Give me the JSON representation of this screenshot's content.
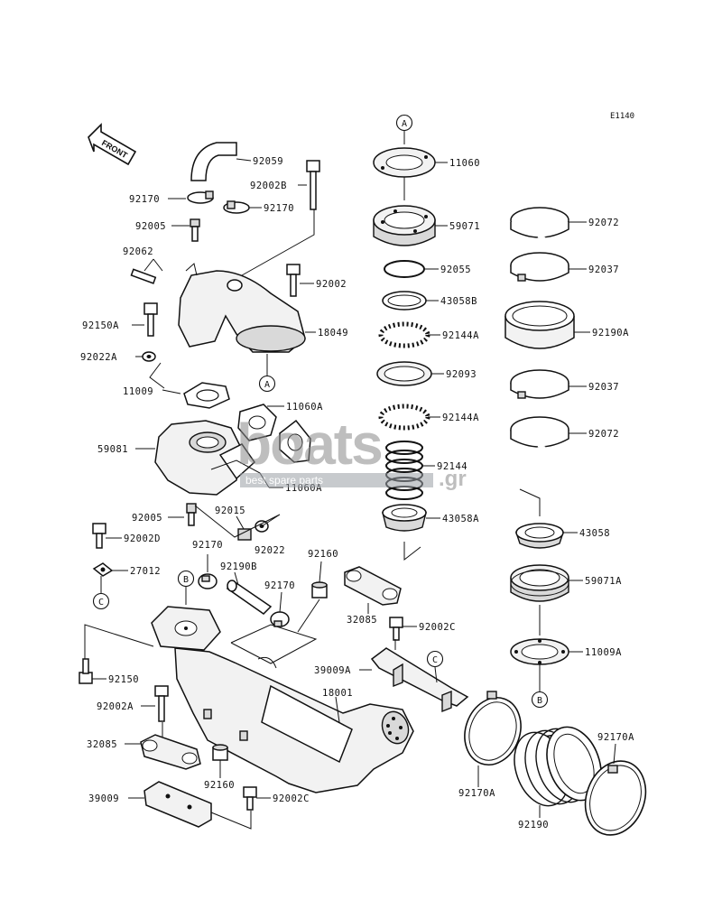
{
  "diagram_code": "E1140",
  "front_arrow_label": "FRONT",
  "watermark": {
    "brand": "boats",
    "domain": ".gr",
    "tagline": "best spare parts"
  },
  "callouts": {
    "a_top": "A",
    "a_mid": "A",
    "b_left": "B",
    "b_right": "B",
    "c_left": "C",
    "c_mid": "C"
  },
  "labels": {
    "p92059": "92059",
    "p92002B": "92002B",
    "p92170_a": "92170",
    "p92170_b": "92170",
    "p92005_a": "92005",
    "p92062": "92062",
    "p92002_a": "92002",
    "p92150A": "92150A",
    "p18049": "18049",
    "p92022A": "92022A",
    "p11009": "11009",
    "p11060A_a": "11060A",
    "p59081": "59081",
    "p11060A_b": "11060A",
    "p92005_b": "92005",
    "p92015": "92015",
    "p92022": "92022",
    "p92002D": "92002D",
    "p27012": "27012",
    "p92170_c": "92170",
    "p92190B": "92190B",
    "p92170_d": "92170",
    "p92160_a": "92160",
    "p32085_a": "32085",
    "p92002C_a": "92002C",
    "p39009A": "39009A",
    "p92150": "92150",
    "p92002A": "92002A",
    "p18001": "18001",
    "p32085_b": "32085",
    "p92160_b": "92160",
    "p39009": "39009",
    "p92002C_b": "92002C",
    "p11060": "11060",
    "p59071": "59071",
    "p92055": "92055",
    "p43058B": "43058B",
    "p92144A_a": "92144A",
    "p92093": "92093",
    "p92144A_b": "92144A",
    "p92144": "92144",
    "p43058A": "43058A",
    "p92072_a": "92072",
    "p92037_a": "92037",
    "p92190A": "92190A",
    "p92037_b": "92037",
    "p92072_b": "92072",
    "p43058": "43058",
    "p59071A": "59071A",
    "p11009A": "11009A",
    "p92170A_a": "92170A",
    "p92170A_b": "92170A",
    "p92190": "92190"
  }
}
